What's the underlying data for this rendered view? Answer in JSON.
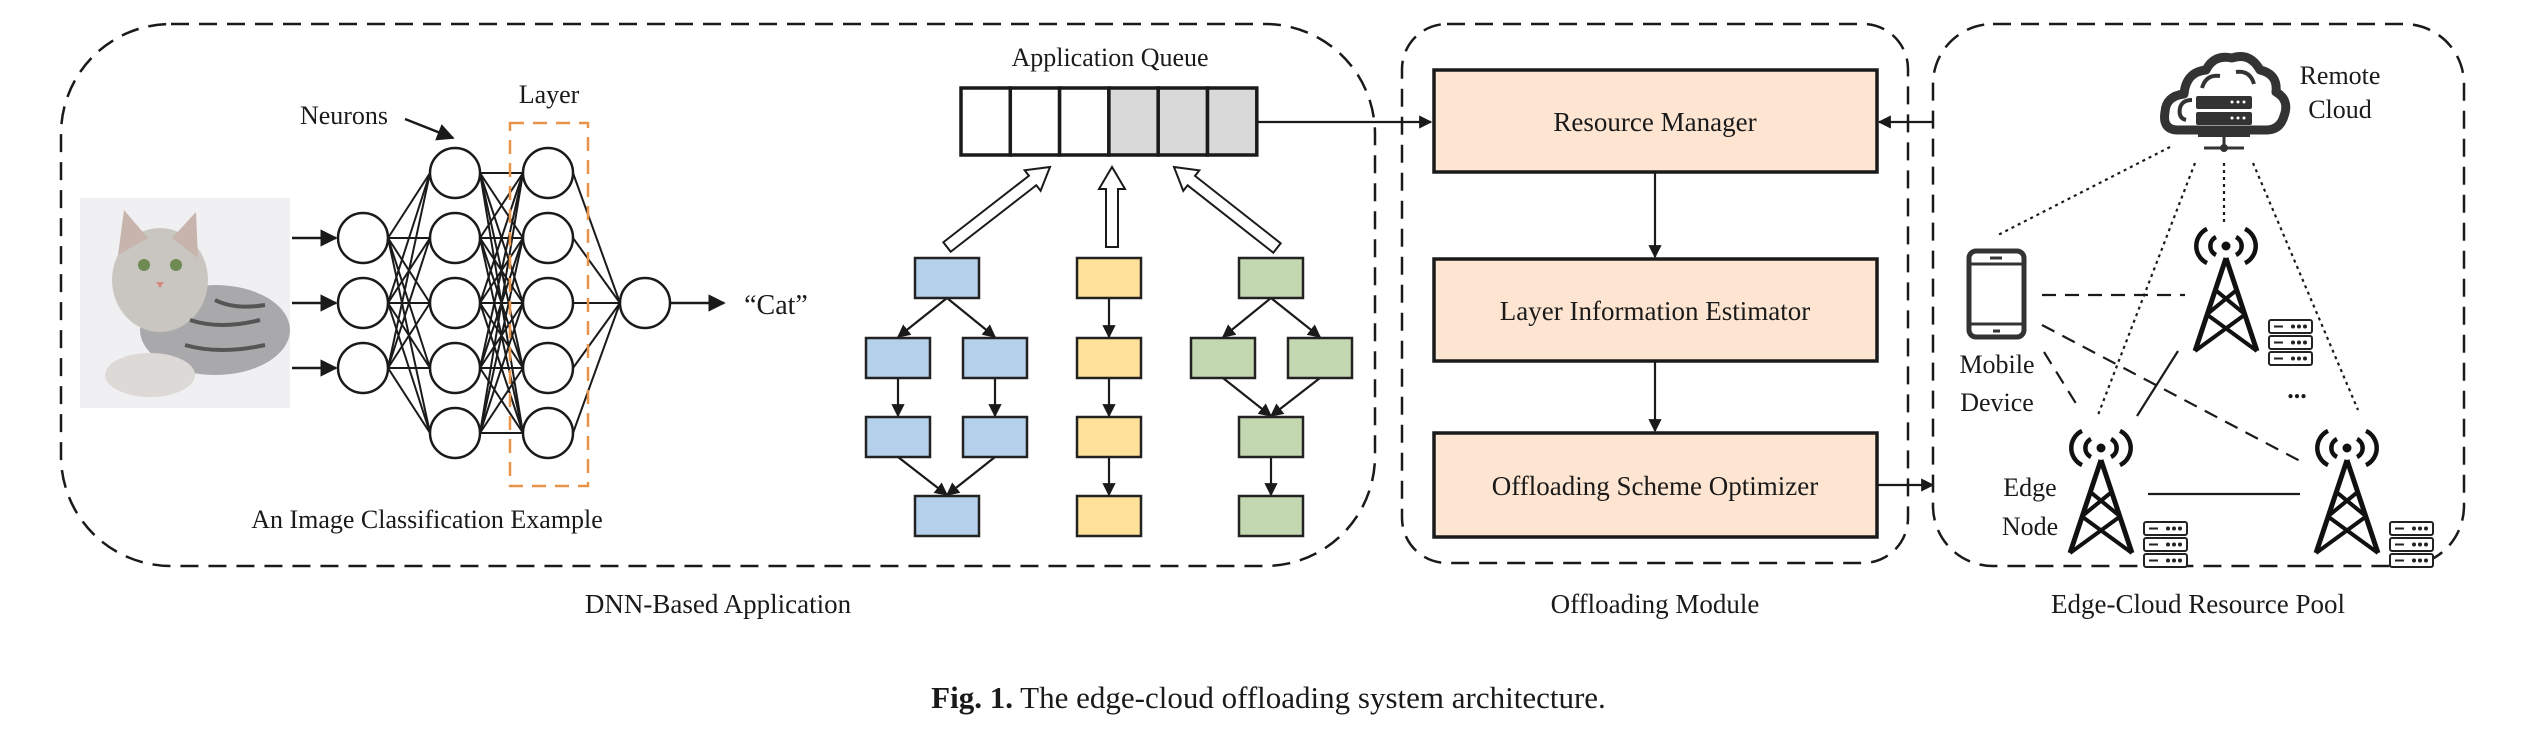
{
  "panels": {
    "dnn": {
      "title": "DNN-Based Application",
      "example_label": "An Image Classification Example",
      "neurons_label": "Neurons",
      "layer_label": "Layer",
      "output_label": "“Cat”",
      "network_layers": [
        3,
        5,
        5,
        1
      ],
      "queue_label": "Application Queue",
      "queue_cells": [
        "empty",
        "empty",
        "empty",
        "filled",
        "filled",
        "filled"
      ],
      "dags": [
        {
          "name": "blue",
          "color": "#B4D0EA",
          "structure": "fork-join (1 → 2 → 2 → 1)"
        },
        {
          "name": "yellow",
          "color": "#FFE199",
          "structure": "chain (1 → 1 → 1 → 1)"
        },
        {
          "name": "green",
          "color": "#C3D8B0",
          "structure": "fork-join-chain (1 → 2 → 1 → 1)"
        }
      ]
    },
    "offloading": {
      "title": "Offloading Module",
      "components": [
        "Resource Manager",
        "Layer Information Estimator",
        "Offloading Scheme Optimizer"
      ],
      "box_color": "#FDE5D2"
    },
    "pool": {
      "title": "Edge-Cloud Resource Pool",
      "remote_cloud_label": [
        "Remote",
        "Cloud"
      ],
      "mobile_label": [
        "Mobile",
        "Device"
      ],
      "edge_label": [
        "Edge",
        "Node"
      ],
      "ellipsis": "..."
    }
  },
  "colors": {
    "layer_highlight": "#E8934A",
    "queue_filled": "#D9D9D9",
    "stroke": "#1a1a1a"
  },
  "caption": {
    "prefix": "Fig. 1.",
    "text": " The edge-cloud offloading system architecture."
  }
}
